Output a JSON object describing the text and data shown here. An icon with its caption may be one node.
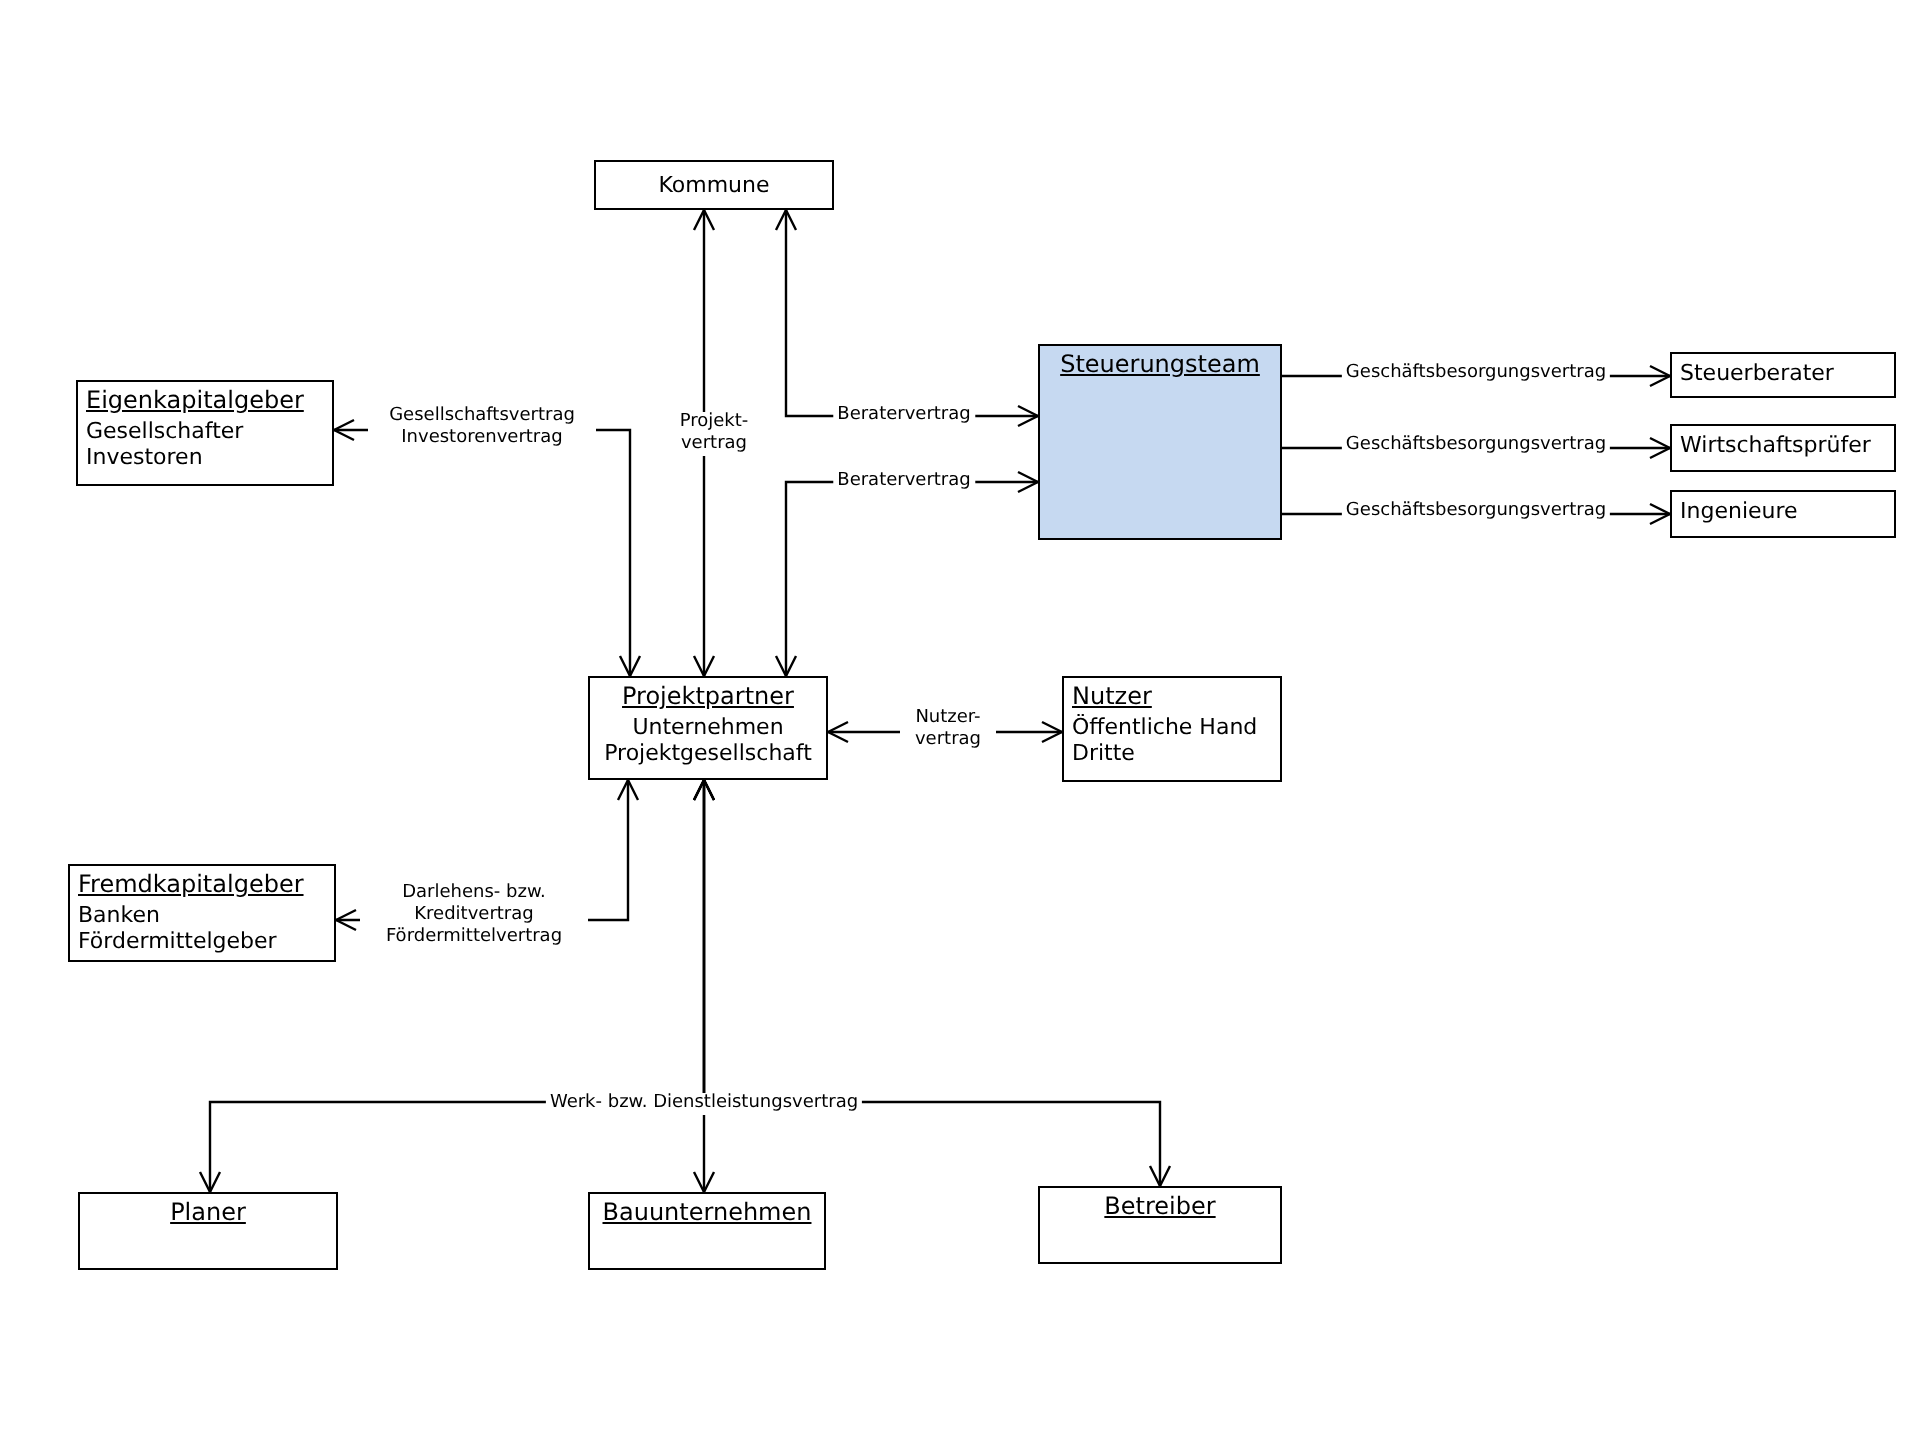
{
  "diagram": {
    "nodes": [
      {
        "text": [
          "Kommune"
        ]
      },
      {
        "text": [
          "Eigenkapitalgeber",
          "Gesellschafter",
          "Investoren"
        ]
      },
      {
        "text": [
          "Steuerungsteam"
        ]
      },
      {
        "text": [
          "Steuerberater"
        ]
      },
      {
        "text": [
          "Wirtschaftsprüfer"
        ]
      },
      {
        "text": [
          "Ingenieure"
        ]
      },
      {
        "text": [
          "Projektpartner",
          "Unternehmen",
          "Projektgesellschaft"
        ]
      },
      {
        "text": [
          "Nutzer",
          "Öffentliche Hand",
          "Dritte"
        ]
      },
      {
        "text": [
          "Fremdkapitalgeber",
          "Banken",
          "Fördermittelgeber"
        ]
      },
      {
        "text": [
          "Planer"
        ]
      },
      {
        "text": [
          "Bauunternehmen"
        ]
      },
      {
        "text": [
          "Betreiber"
        ]
      }
    ],
    "edges": [
      {
        "from": 6,
        "to": 0,
        "arrow": "both",
        "label": "Projekt- vertrag"
      },
      {
        "from": 2,
        "to": 0,
        "arrow": "both",
        "label": "Beratervertrag"
      },
      {
        "from": 2,
        "to": 6,
        "arrow": "both",
        "label": "Beratervertrag"
      },
      {
        "from": 6,
        "to": 1,
        "arrow": "both",
        "label": "Gesellschaftsvertrag Investorenvertrag"
      },
      {
        "from": 6,
        "to": 8,
        "arrow": "both",
        "label": "Darlehens- bzw. Kreditvertrag Fördermittelvertrag"
      },
      {
        "from": 6,
        "to": 7,
        "arrow": "both",
        "label": "Nutzer- vertrag"
      },
      {
        "from": 2,
        "to": 3,
        "arrow": "to",
        "label": "Geschäftsbesorgungsvertrag"
      },
      {
        "from": 2,
        "to": 4,
        "arrow": "to",
        "label": "Geschäftsbesorgungsvertrag"
      },
      {
        "from": 2,
        "to": 5,
        "arrow": "to",
        "label": "Geschäftsbesorgungsvertrag"
      },
      {
        "from": 6,
        "to": 9,
        "arrow": "both"
      },
      {
        "from": 6,
        "to": 10,
        "arrow": "both",
        "label": "Werk- bzw. Dienstleistungsvertrag"
      },
      {
        "from": 6,
        "to": 11,
        "arrow": "both"
      }
    ]
  }
}
